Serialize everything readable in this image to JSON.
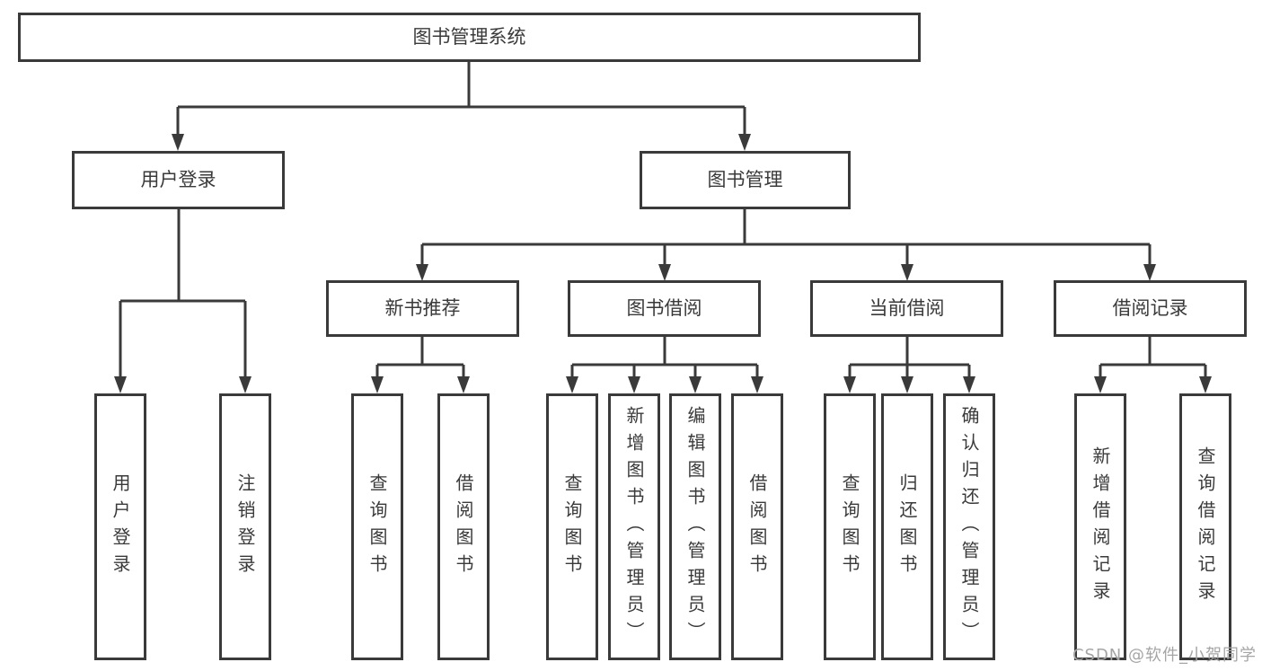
{
  "colors": {
    "line": "#3a3a3a",
    "box_border": "#3a3a3a",
    "box_fill": "#ffffff",
    "text": "#3a3a3a",
    "watermark": "#a5a5a5",
    "background": "#ffffff"
  },
  "diagram": {
    "title": "图书管理系统",
    "branches": {
      "user_login": {
        "label": "用户登录",
        "children": [
          {
            "label": "用户登录"
          },
          {
            "label": "注销登录"
          }
        ]
      },
      "book_management": {
        "label": "图书管理",
        "sections": [
          {
            "label": "新书推荐",
            "children": [
              {
                "label": "查询图书"
              },
              {
                "label": "借阅图书"
              }
            ]
          },
          {
            "label": "图书借阅",
            "children": [
              {
                "label": "查询图书"
              },
              {
                "label": "新增图书（管理员）"
              },
              {
                "label": "编辑图书（管理员）"
              },
              {
                "label": "借阅图书"
              }
            ]
          },
          {
            "label": "当前借阅",
            "children": [
              {
                "label": "查询图书"
              },
              {
                "label": "归还图书"
              },
              {
                "label": "确认归还（管理员）"
              }
            ]
          },
          {
            "label": "借阅记录",
            "children": [
              {
                "label": "新增借阅记录"
              },
              {
                "label": "查询借阅记录"
              }
            ]
          }
        ]
      }
    }
  },
  "watermark": {
    "text": "CSDN @软件_小贺同学"
  }
}
